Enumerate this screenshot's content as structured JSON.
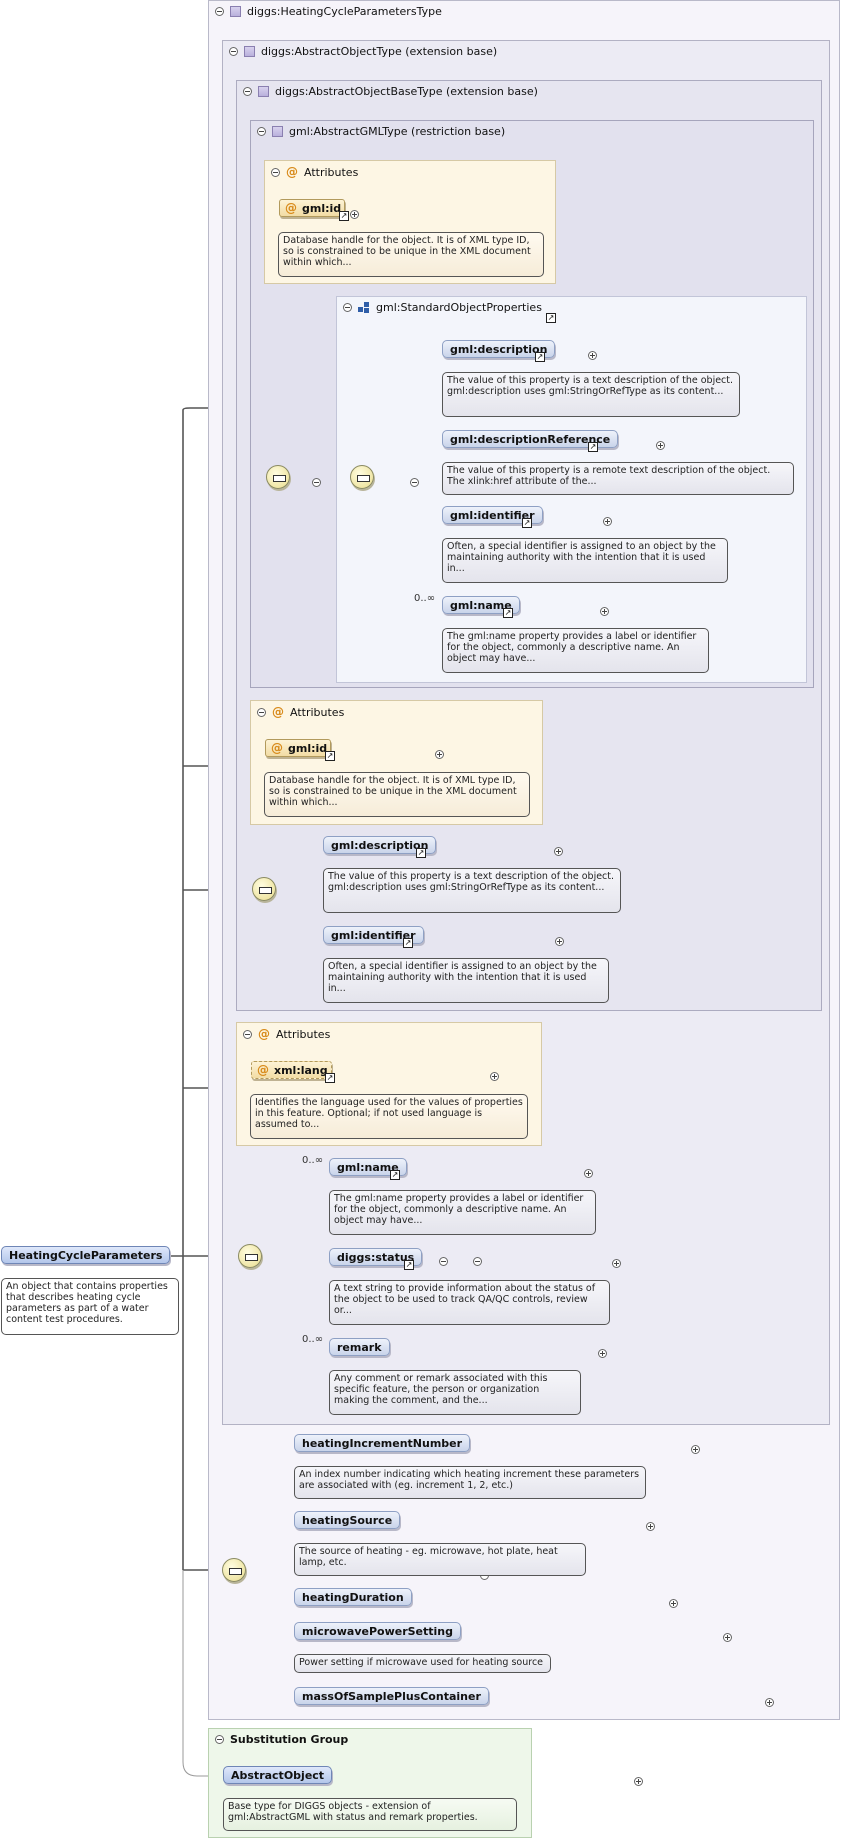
{
  "types": {
    "heating_cycle_type": "diggs:HeatingCycleParametersType",
    "abstract_object_type": "diggs:AbstractObjectType (extension base)",
    "abstract_object_base_type": "diggs:AbstractObjectBaseType (extension base)",
    "abstract_gml_type": "gml:AbstractGMLType (restriction base)",
    "standard_object_properties": "gml:StandardObjectProperties"
  },
  "attributes_label": "Attributes",
  "substitution_group_label": "Substitution Group",
  "root": {
    "name": "HeatingCycleParameters",
    "desc": "An object that contains properties that describes heating cycle parameters as part of a water content test procedures."
  },
  "gml_type_attr": {
    "name": "gml:id",
    "desc": "Database handle for the object. It is of XML type ID, so is constrained to be unique in the XML document within which..."
  },
  "standard_props": [
    {
      "name": "gml:description",
      "desc": "The value of this property is a text description of the object. gml:description uses gml:StringOrRefType as its content..."
    },
    {
      "name": "gml:descriptionReference",
      "desc": "The value of this property is a remote text description of the object. The xlink:href attribute of the..."
    },
    {
      "name": "gml:identifier",
      "desc": "Often, a special identifier is assigned to an object by the maintaining authority with the intention that it is used in..."
    },
    {
      "name": "gml:name",
      "card": "0..∞",
      "desc": "The gml:name property provides a label or identifier for the object, commonly a descriptive name. An object may have..."
    }
  ],
  "base_attr": {
    "name": "gml:id",
    "desc": "Database handle for the object. It is of XML type ID, so is constrained to be unique in the XML document within which..."
  },
  "base_elems": [
    {
      "name": "gml:description",
      "desc": "The value of this property is a text description of the object. gml:description uses gml:StringOrRefType as its content..."
    },
    {
      "name": "gml:identifier",
      "desc": "Often, a special identifier is assigned to an object by the maintaining authority with the intention that it is used in..."
    }
  ],
  "object_attr": {
    "name": "xml:lang",
    "desc": "Identifies the language used for the values of properties in this feature. Optional; if not used language is assumed to..."
  },
  "object_elems": [
    {
      "name": "gml:name",
      "card": "0..∞",
      "desc": "The gml:name property provides a label or identifier for the object, commonly a descriptive name. An object may have..."
    },
    {
      "name": "diggs:status",
      "desc": "A text string to provide information about the status of the object to be used to track QA/QC controls, review or..."
    },
    {
      "name": "remark",
      "card": "0..∞",
      "desc": "Any comment or remark associated with this specific feature, the person or organization making the comment, and the..."
    }
  ],
  "heating_elems": [
    {
      "name": "heatingIncrementNumber",
      "desc": "An index number indicating which heating increment these parameters are associated with (eg. increment 1, 2, etc.)"
    },
    {
      "name": "heatingSource",
      "desc": "The source of heating - eg. microwave, hot plate, heat lamp, etc."
    },
    {
      "name": "heatingDuration",
      "desc": ""
    },
    {
      "name": "microwavePowerSetting",
      "desc": "Power setting if microwave used for heating source"
    },
    {
      "name": "massOfSamplePlusContainer",
      "desc": ""
    }
  ],
  "substitution": {
    "name": "AbstractObject",
    "desc": "Base type for DIGGS objects - extension of gml:AbstractGML with status and remark properties."
  },
  "icons": [
    "collapse-icon",
    "expand-icon",
    "complex-type-icon",
    "attribute-icon",
    "sequence-icon",
    "link-arrow-icon",
    "model-group-icon"
  ],
  "colors": {
    "element_fill": "#c9d4ea",
    "attribute_fill": "#f2dca4",
    "attribute_box": "#fdf6e4",
    "substitution_box": "#eef7ea",
    "connector": "#555555"
  }
}
